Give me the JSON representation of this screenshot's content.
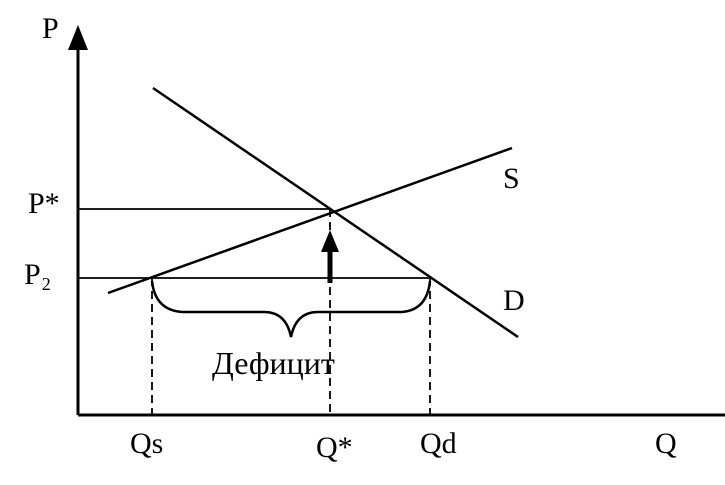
{
  "axes": {
    "y_label": "P",
    "x_label": "Q"
  },
  "price_labels": {
    "equilibrium": "P*",
    "ceiling_main": "P",
    "ceiling_sub": "2"
  },
  "quantity_labels": {
    "supplied": "Qs",
    "equilibrium": "Q*",
    "demanded": "Qd"
  },
  "curves": {
    "supply": "S",
    "demand": "D"
  },
  "annotation": {
    "shortage": "Дефицит"
  },
  "colors": {
    "ink": "#000000",
    "background": "#ffffff"
  }
}
